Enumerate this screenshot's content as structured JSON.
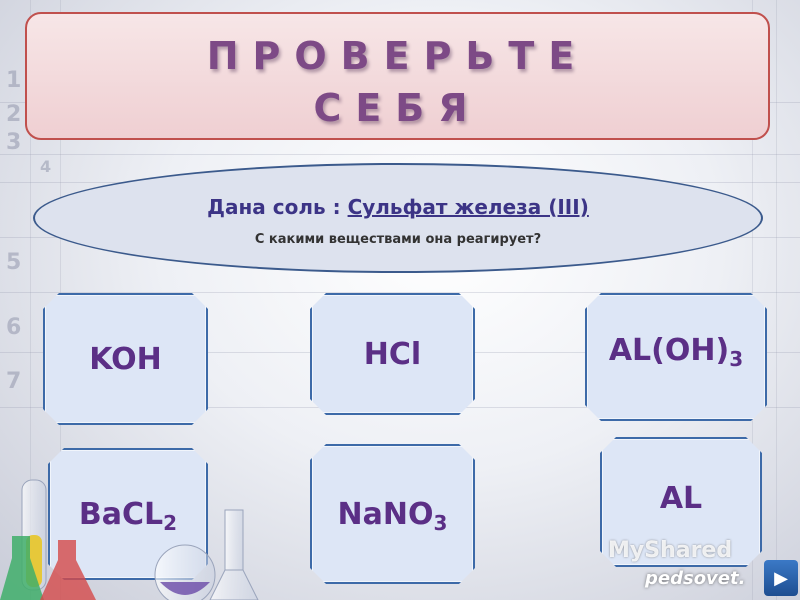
{
  "title": {
    "line1": "ПРОВЕРЬТЕ",
    "line2": "СЕБЯ"
  },
  "prompt": {
    "salt_label": "Дана соль : ",
    "salt_name": "Сульфат железа (III)",
    "question": "С какими веществами она реагирует?"
  },
  "cards": [
    {
      "text": "KOH",
      "sub": ""
    },
    {
      "text": "HCl",
      "sub": ""
    },
    {
      "text": "AL(OH)",
      "sub": "3"
    },
    {
      "text": "BaCL",
      "sub": "2"
    },
    {
      "text": "NaNO",
      "sub": "3"
    },
    {
      "text": "AL",
      "sub": ""
    }
  ],
  "background_row_numbers": [
    "1",
    "2",
    "3",
    "4",
    "5",
    "6",
    "7"
  ],
  "watermark": {
    "logo": "MyShared",
    "site": "pedsovet."
  },
  "colors": {
    "title_text": "#7d4a86",
    "title_border": "#c0504d",
    "card_border": "#3d6aa8",
    "card_text": "#5b2f86",
    "prompt_text": "#3c3486"
  },
  "icons": {
    "next": "play-arrow-icon"
  }
}
